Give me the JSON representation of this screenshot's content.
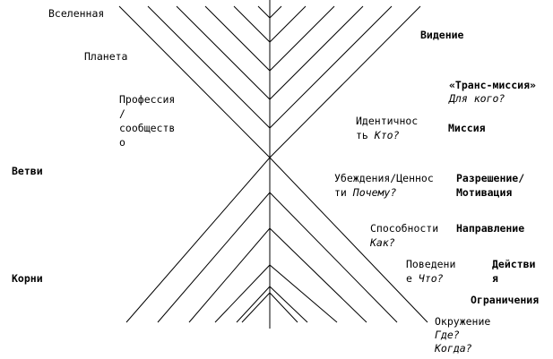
{
  "levels": {
    "universe": "Вселенная",
    "planet": "Планета",
    "profession": [
      "Профессия",
      "/",
      "сообществ",
      "о"
    ]
  },
  "side": {
    "branches": "Ветви",
    "roots": "Корни"
  },
  "right": {
    "vision": "Видение",
    "trans_mission": "«Транс-миссия»",
    "for_whom": "Для кого?",
    "identity_1": "Идентичнос",
    "identity_2": "ть",
    "who": "Кто?",
    "mission": "Миссия",
    "beliefs_1": "Убеждения/Ценнос",
    "beliefs_2": "ти",
    "why": "Почему?",
    "permission_1": "Разрешение/",
    "permission_2": "Мотивация",
    "capabilities": "Способности",
    "how": "Как?",
    "direction": "Направление",
    "behavior_1": "Поведени",
    "behavior_2": "е",
    "what": "Что?",
    "actions_1": "Действи",
    "actions_2": "я",
    "constraints": "Ограничения",
    "environment": "Окружение",
    "where": "Где?",
    "when": "Когда?"
  },
  "colors": {
    "line": "#000000",
    "background": "#ffffff"
  }
}
